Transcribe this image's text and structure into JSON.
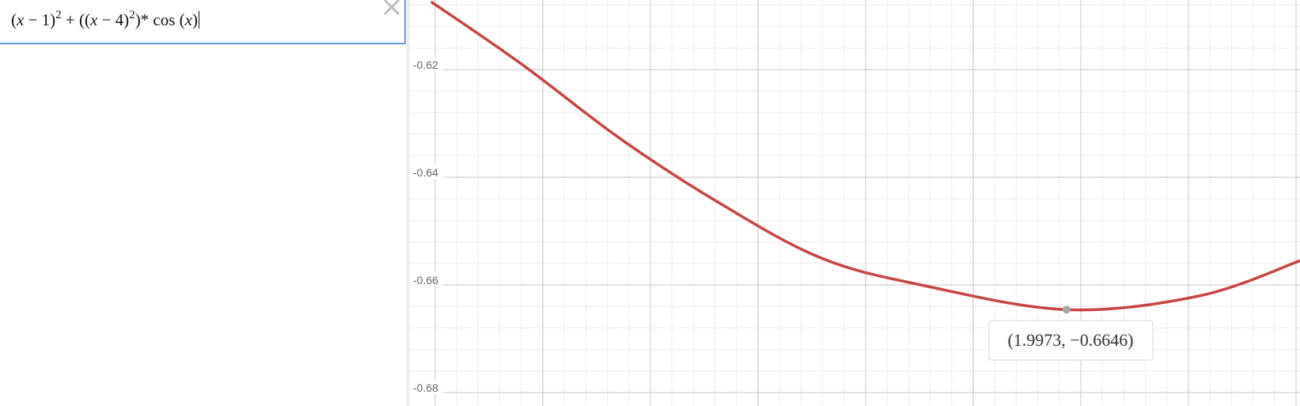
{
  "expression_list": {
    "expression": {
      "parts": [
        "(",
        "x",
        " − 1)",
        "2",
        " + ((",
        "x",
        " − 4)",
        "2",
        ")* cos (",
        "x",
        ")"
      ],
      "delete_icon": "close-icon"
    }
  },
  "graph": {
    "y_tick_labels": [
      "-0.62",
      "-0.64",
      "-0.66",
      "-0.68"
    ],
    "point_label": "(1.9973, −0.6646)",
    "curve_color": "#c74440"
  },
  "chart_data": {
    "type": "line",
    "function": "(x-1)^2 + ((x-4)^2)*cos(x)",
    "y_ticks": [
      -0.62,
      -0.64,
      -0.66,
      -0.68
    ],
    "ylim": [
      -0.6825,
      -0.6072
    ],
    "point": {
      "x": 1.9973,
      "y": -0.6646
    },
    "grid": true,
    "series": [
      {
        "color": "#c74440",
        "values": [
          {
            "x": 1.9655,
            "y": -0.6075
          },
          {
            "x": 1.97,
            "y": -0.619
          },
          {
            "x": 1.975,
            "y": -0.633
          },
          {
            "x": 1.98,
            "y": -0.645
          },
          {
            "x": 1.985,
            "y": -0.655
          },
          {
            "x": 1.99,
            "y": -0.66
          },
          {
            "x": 1.9973,
            "y": -0.6646
          },
          {
            "x": 2.004,
            "y": -0.662
          },
          {
            "x": 2.009,
            "y": -0.6555
          }
        ]
      }
    ]
  }
}
